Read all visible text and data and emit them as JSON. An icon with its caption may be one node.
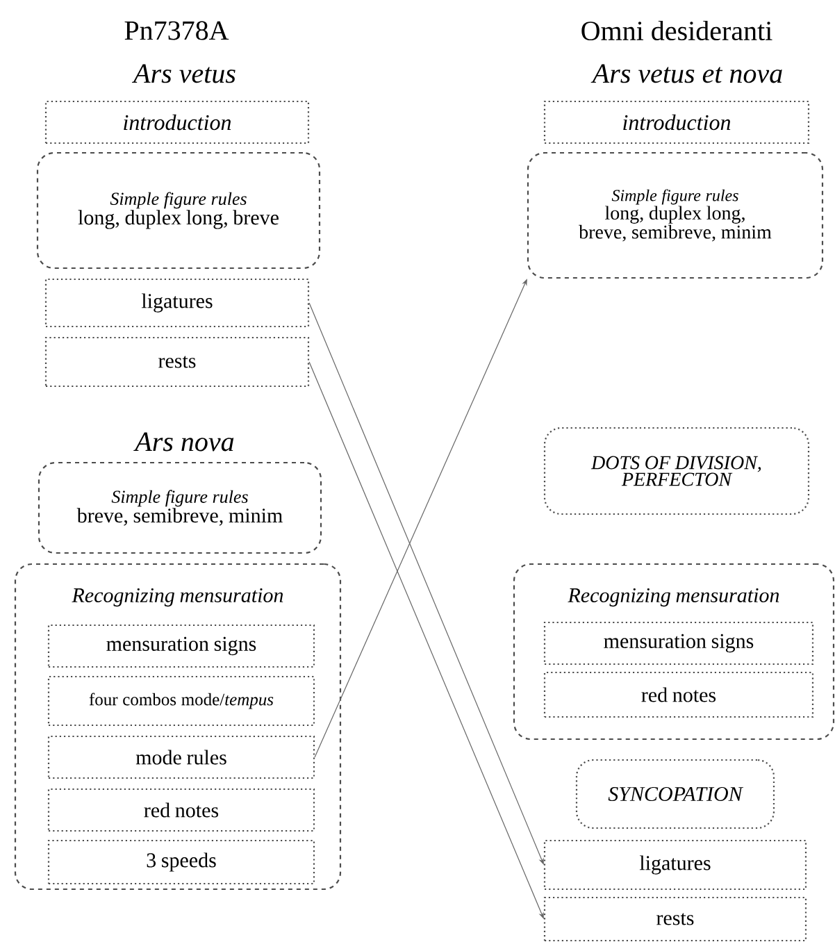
{
  "diagram": {
    "nodes": [
      {
        "text": [
          "introduction"
        ]
      },
      {
        "text": [
          "Simple figure rules",
          "long, duplex long, breve"
        ]
      },
      {
        "text": [
          "ligatures"
        ]
      },
      {
        "text": [
          "rests"
        ]
      },
      {
        "text": [
          "Simple figure rules",
          "breve, semibreve, minim"
        ]
      },
      {
        "text": [
          "Recognizing mensuration"
        ]
      },
      {
        "text": [
          "mensuration signs"
        ],
        "in": 5
      },
      {
        "text": [
          "four combos mode/*tempus*"
        ],
        "in": 5
      },
      {
        "text": [
          "mode rules"
        ],
        "in": 5
      },
      {
        "text": [
          "red notes"
        ],
        "in": 5
      },
      {
        "text": [
          "3 speeds"
        ],
        "in": 5
      },
      {
        "text": [
          "introduction"
        ]
      },
      {
        "text": [
          "Simple figure rules",
          "long, duplex long, breve, semibreve, minim"
        ]
      },
      {
        "text": [
          "DOTS OF DIVISION, PERFECTON"
        ]
      },
      {
        "text": [
          "Recognizing mensuration"
        ]
      },
      {
        "text": [
          "mensuration signs"
        ],
        "in": 14
      },
      {
        "text": [
          "red notes"
        ],
        "in": 14
      },
      {
        "text": [
          "SYNCOPATION"
        ]
      },
      {
        "text": [
          "ligatures"
        ]
      },
      {
        "text": [
          "rests"
        ]
      }
    ],
    "edges": [
      {
        "from": 2,
        "to": 18,
        "arrow": "to"
      },
      {
        "from": 3,
        "to": 19,
        "arrow": "to"
      },
      {
        "from": 8,
        "to": 12,
        "arrow": "to"
      }
    ],
    "labels": [
      "Pn7378A",
      "Omni desideranti",
      "Ars vetus",
      "Ars vetus et nova",
      "Ars nova"
    ]
  }
}
